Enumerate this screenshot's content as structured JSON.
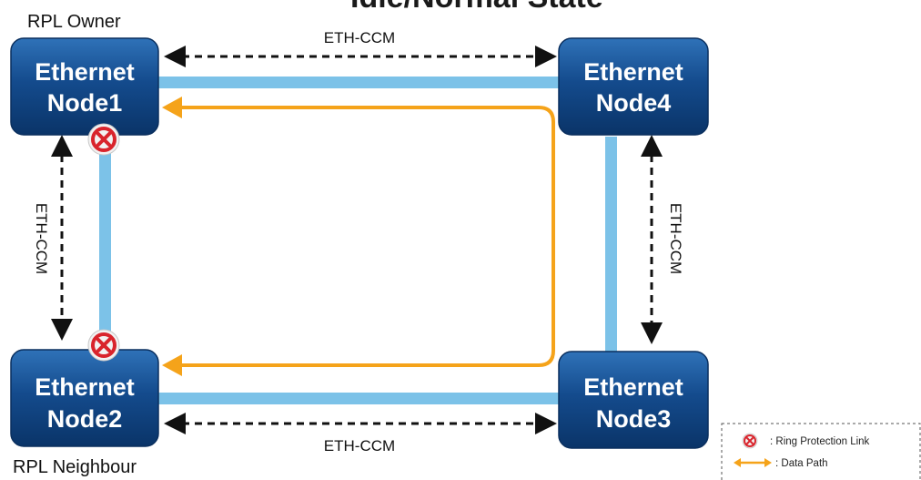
{
  "title": "Idle/Normal State",
  "roles": {
    "owner": "RPL Owner",
    "neighbour": "RPL Neighbour"
  },
  "nodes": [
    {
      "id": "node1",
      "line1": "Ethernet",
      "line2": "Node1"
    },
    {
      "id": "node2",
      "line1": "Ethernet",
      "line2": "Node2"
    },
    {
      "id": "node3",
      "line1": "Ethernet",
      "line2": "Node3"
    },
    {
      "id": "node4",
      "line1": "Ethernet",
      "line2": "Node4"
    }
  ],
  "ccm_labels": {
    "top": "ETH-CCM",
    "bottom": "ETH-CCM",
    "left": "ETH-CCM",
    "right": "ETH-CCM"
  },
  "legend": {
    "ring_protection_link": ": Ring Protection Link",
    "data_path": ": Data Path"
  },
  "colors": {
    "node_fill": "#0d3f7c",
    "node_highlight": "#2d6fb5",
    "link": "#7cc2e8",
    "data_path": "#f5a31a",
    "block_icon_fill": "#f2f2f2",
    "block_icon_ring": "#d9242c",
    "ccm_arrow": "#111111"
  },
  "icons": {
    "block": "x-circle-icon"
  }
}
